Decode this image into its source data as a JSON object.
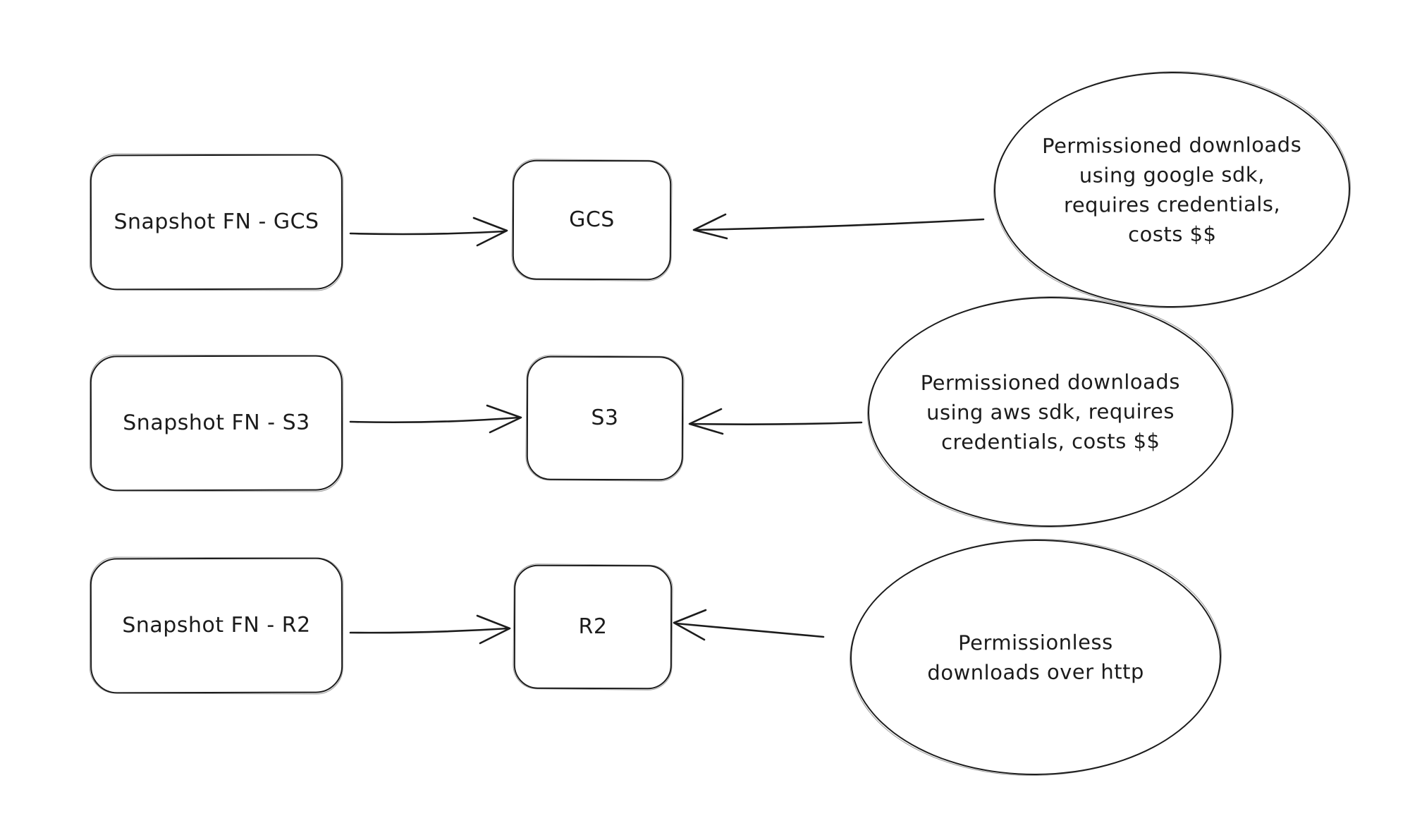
{
  "diagram": {
    "style": "hand-drawn sketch",
    "colors": {
      "background": "#ffffff",
      "stroke": "#1c1c1c",
      "text": "#1b1b1b"
    },
    "nodes": {
      "snapshot_gcs": {
        "type": "rounded-box",
        "label": "Snapshot FN - GCS"
      },
      "snapshot_s3": {
        "type": "rounded-box",
        "label": "Snapshot FN - S3"
      },
      "snapshot_r2": {
        "type": "rounded-box",
        "label": "Snapshot FN - R2"
      },
      "gcs": {
        "type": "rounded-box",
        "label": "GCS"
      },
      "s3": {
        "type": "rounded-box",
        "label": "S3"
      },
      "r2": {
        "type": "rounded-box",
        "label": "R2"
      },
      "note_gcs": {
        "type": "note-ellipse",
        "label": "Permissioned downloads\nusing google sdk,\nrequires credentials,\ncosts $$"
      },
      "note_s3": {
        "type": "note-ellipse",
        "label": "Permissioned downloads\nusing aws sdk, requires\ncredentials, costs $$"
      },
      "note_r2": {
        "type": "note-ellipse",
        "label": "Permissionless\ndownloads over http"
      }
    },
    "edges": [
      {
        "from": "snapshot_gcs",
        "to": "gcs",
        "arrowhead": "open-chevron"
      },
      {
        "from": "note_gcs",
        "to": "gcs",
        "arrowhead": "open-chevron"
      },
      {
        "from": "snapshot_s3",
        "to": "s3",
        "arrowhead": "open-chevron"
      },
      {
        "from": "note_s3",
        "to": "s3",
        "arrowhead": "open-chevron"
      },
      {
        "from": "snapshot_r2",
        "to": "r2",
        "arrowhead": "open-chevron"
      },
      {
        "from": "note_r2",
        "to": "r2",
        "arrowhead": "open-chevron"
      }
    ]
  }
}
